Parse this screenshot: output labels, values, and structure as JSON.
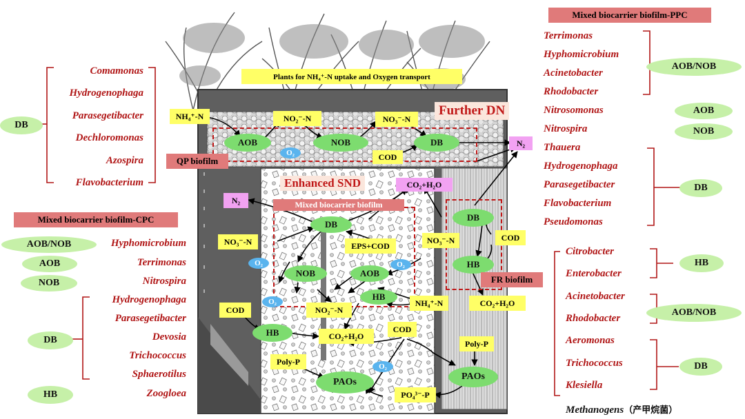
{
  "plants_label": "Plants for NH₄⁺-N uptake and Oxygen transport",
  "zones": {
    "further_dn": "Further DN",
    "enhanced_snd": "Enhanced SND",
    "mixed_biocarrier": "Mixed biocarrier biofilm"
  },
  "tags": {
    "qp": "QP biofilm",
    "fr": "FR biofilm",
    "cpc": "Mixed biocarrier biofilm-CPC",
    "ppc": "Mixed biocarrier biofilm-PPC"
  },
  "left_top": {
    "genera": [
      "Comamonas",
      "Hydrogenophaga",
      "Parasegetibacter",
      "Dechloromonas",
      "Azospira",
      "Flavobacterium"
    ],
    "group": "DB"
  },
  "left_bottom": {
    "pairs": [
      {
        "group": "AOB/NOB",
        "genus": "Hyphomicrobium"
      },
      {
        "group": "AOB",
        "genus": "Terrimonas"
      },
      {
        "group": "NOB",
        "genus": "Nitrospira"
      }
    ],
    "db_genera": [
      "Hydrogenophaga",
      "Parasegetibacter",
      "Devosia",
      "Trichococcus",
      "Sphaerotilus",
      "Zoogloea"
    ],
    "db_group": "DB",
    "hb_group": "HB"
  },
  "right_top": {
    "aob_nob_genera": [
      "Terrimonas",
      "Hyphomicrobium",
      "Acinetobacter",
      "Rhodobacter"
    ],
    "aob_nob_group": "AOB/NOB",
    "aob_genus": "Nitrosomonas",
    "aob_group": "AOB",
    "nob_genus": "Nitrospira",
    "nob_group": "NOB",
    "db_genera": [
      "Thauera",
      "Hydrogenophaga",
      "Parasegetibacter",
      "Flavobacterium",
      "Pseudomonas"
    ],
    "db_group": "DB"
  },
  "right_bottom": {
    "hb_genera": [
      "Citrobacter",
      "Enterobacter"
    ],
    "hb_group": "HB",
    "aob_nob_genera": [
      "Acinetobacter",
      "Rhodobacter"
    ],
    "aob_nob_group": "AOB/NOB",
    "db_genera": [
      "Aeromonas",
      "Trichococcus",
      "Klesiella"
    ],
    "db_group": "DB",
    "methanogens": "Methanogens",
    "methanogens_cn": "（产甲烷菌）"
  },
  "center": {
    "top": {
      "nh4": "NH₄⁺-N",
      "no2": "NO₂⁻-N",
      "no3": "NO₃⁻-N",
      "aob": "AOB",
      "nob": "NOB",
      "db": "DB",
      "o2": "O₂",
      "cod": "COD",
      "n2": "N₂"
    },
    "mid": {
      "n2": "N₂",
      "co2h2o": "CO₂+H₂O",
      "db": "DB",
      "no3_left": "NO₃⁻-N",
      "eps_cod": "EPS+COD",
      "no3_right": "NO₃⁻-N",
      "nob": "NOB",
      "aob": "AOB",
      "hb_inner": "HB",
      "no2": "NO₂⁻-N",
      "nh4": "NH₄⁺-N",
      "o2": "O₂"
    },
    "bottom": {
      "cod_left": "COD",
      "hb": "HB",
      "co2h2o": "CO₂+H₂O",
      "cod_right": "COD",
      "polyp_left": "Poly-P",
      "paos_left": "PAOs",
      "po4": "PO₄³⁻-P",
      "polyp_right": "Poly-P",
      "paos_right": "PAOs"
    },
    "fr": {
      "db": "DB",
      "cod": "COD",
      "hb": "HB",
      "co2h2o": "CO₂+H₂O"
    }
  },
  "colors": {
    "genus_red": "#b01515",
    "oval_green": "#c6f0a8",
    "tag_red": "#e07a7a",
    "label_yellow": "#ffff66",
    "product_pink": "#f2a2f2",
    "o2_blue": "#5ab4ee",
    "zone_red": "#c01818"
  }
}
